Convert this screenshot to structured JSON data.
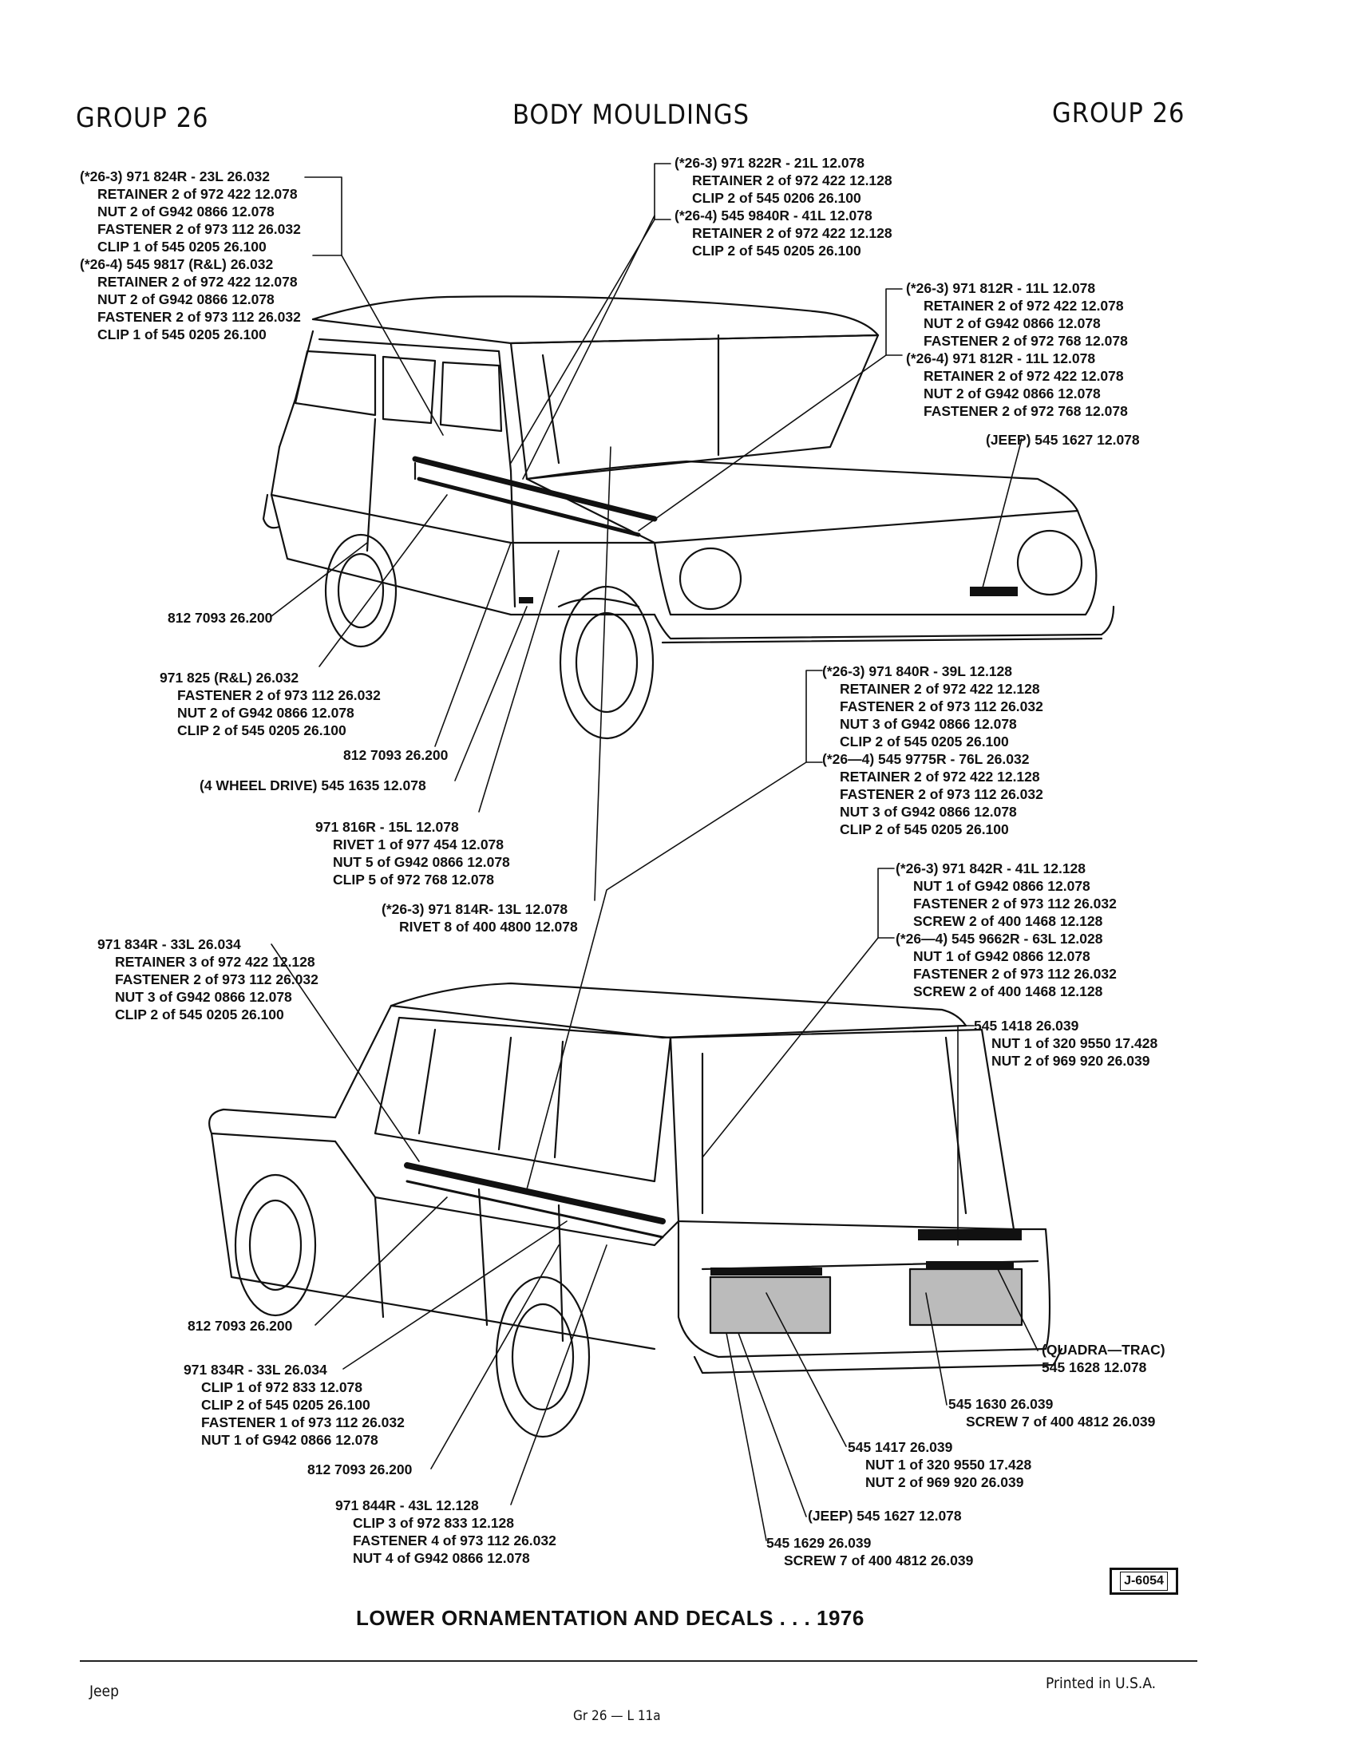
{
  "header": {
    "group_left": "GROUP 26",
    "title": "BODY MOULDINGS",
    "group_right": "GROUP 26"
  },
  "callouts": {
    "tl": [
      "(*26-3) 971 824R - 23L 26.032",
      "RETAINER 2 of 972 422 12.078",
      "NUT 2 of G942 0866 12.078",
      "FASTENER 2 of 973 112 26.032",
      "CLIP 1 of 545 0205 26.100",
      "(*26-4) 545 9817 (R&L) 26.032",
      "RETAINER 2 of 972 422 12.078",
      "NUT 2 of G942 0866 12.078",
      "FASTENER 2 of 973 112 26.032",
      "CLIP 1 of 545 0205 26.100"
    ],
    "tc": [
      "(*26-3) 971 822R - 21L 12.078",
      "RETAINER 2 of 972 422 12.128",
      "CLIP 2 of 545 0206 26.100",
      "(*26-4) 545 9840R - 41L 12.078",
      "RETAINER 2 of 972 422 12.128",
      "CLIP 2 of 545 0205 26.100"
    ],
    "tr": [
      "(*26-3) 971 812R - 11L 12.078",
      "RETAINER 2 of 972 422 12.078",
      "NUT 2 of G942 0866 12.078",
      "FASTENER 2 of 972 768 12.078",
      "(*26-4) 971 812R - 11L 12.078",
      "RETAINER 2 of 972 422 12.078",
      "NUT 2 of G942 0866 12.078",
      "FASTENER 2 of 972 768 12.078"
    ],
    "jeep_front": "(JEEP) 545 1627 12.078",
    "m1": "812 7093 26.200",
    "m2": [
      "971 825 (R&L) 26.032",
      "FASTENER 2 of 973 112 26.032",
      "NUT 2 of G942 0866 12.078",
      "CLIP 2 of 545 0205 26.100"
    ],
    "m3": "812 7093 26.200",
    "m4": "(4 WHEEL DRIVE) 545 1635 12.078",
    "m5": [
      "971 816R - 15L 12.078",
      "RIVET 1 of 977 454  12.078",
      "NUT 5 of G942 0866 12.078",
      "CLIP 5 of 972 768 12.078"
    ],
    "m6": [
      "(*26-3) 971 814R- 13L 12.078",
      "RIVET 8 of 400 4800 12.078"
    ],
    "mr": [
      "(*26-3) 971 840R - 39L 12.128",
      "RETAINER 2 of 972 422 12.128",
      "FASTENER 2 of 973 112 26.032",
      "NUT 3 of G942 0866 12.078",
      "CLIP 2 of 545 0205 26.100",
      "(*26—4) 545 9775R - 76L 26.032",
      "RETAINER 2 of 972 422 12.128",
      "FASTENER 2 of 973 112 26.032",
      "NUT 3 of G942 0866 12.078",
      "CLIP 2 of 545 0205 26.100"
    ],
    "lr": [
      "(*26-3) 971 842R - 41L 12.128",
      "NUT 1 of G942 0866 12.078",
      "FASTENER 2 of 973 112 26.032",
      "SCREW 2 of 400 1468  12.128",
      "(*26—4) 545 9662R - 63L 12.028",
      "NUT 1 of G942 0866 12.078",
      "FASTENER 2 of 973 112 26.032",
      "SCREW 2 of 400 1468 12.128"
    ],
    "l1": [
      "971 834R - 33L 26.034",
      "RETAINER 3 of 972 422 12.128",
      "FASTENER 2 of 973 112 26.032",
      "NUT 3 of G942 0866 12.078",
      "CLIP 2 of 545 0205 26.100"
    ],
    "r1418": [
      "545 1418 26.039",
      "NUT 1 of 320 9550 17.428",
      "NUT 2 of 969 920 26.039"
    ],
    "b1": "812 7093 26.200",
    "b2": [
      "971 834R - 33L 26.034",
      "CLIP 1 of 972 833 12.078",
      "CLIP 2 of 545  0205 26.100",
      "FASTENER 1 of 973 112 26.032",
      "NUT 1 of G942 0866 12.078"
    ],
    "b3": "812 7093 26.200",
    "b4": [
      "971 844R - 43L 12.128",
      "CLIP 3 of 972 833 12.128",
      "FASTENER 4 of 973 112 26.032",
      "NUT 4 of G942 0866 12.078"
    ],
    "qt": [
      "(QUADRA—TRAC)",
      "545 1628 12.078"
    ],
    "r1630": [
      "545 1630 26.039",
      "SCREW 7 of 400 4812 26.039"
    ],
    "r1417": [
      "545 1417 26.039",
      "NUT 1 of 320 9550 17.428",
      "NUT 2 of 969 920 26.039"
    ],
    "jeep_rear": "(JEEP) 545 1627 12.078",
    "r1629": [
      "545 1629 26.039",
      "SCREW 7 of 400 4812 26.039"
    ]
  },
  "badge": "J-6054",
  "caption": "LOWER ORNAMENTATION AND DECALS . . . 1976",
  "footer": {
    "left": "Jeep",
    "center": "Gr 26  —  L  11a",
    "right": "Printed  in U.S.A."
  }
}
